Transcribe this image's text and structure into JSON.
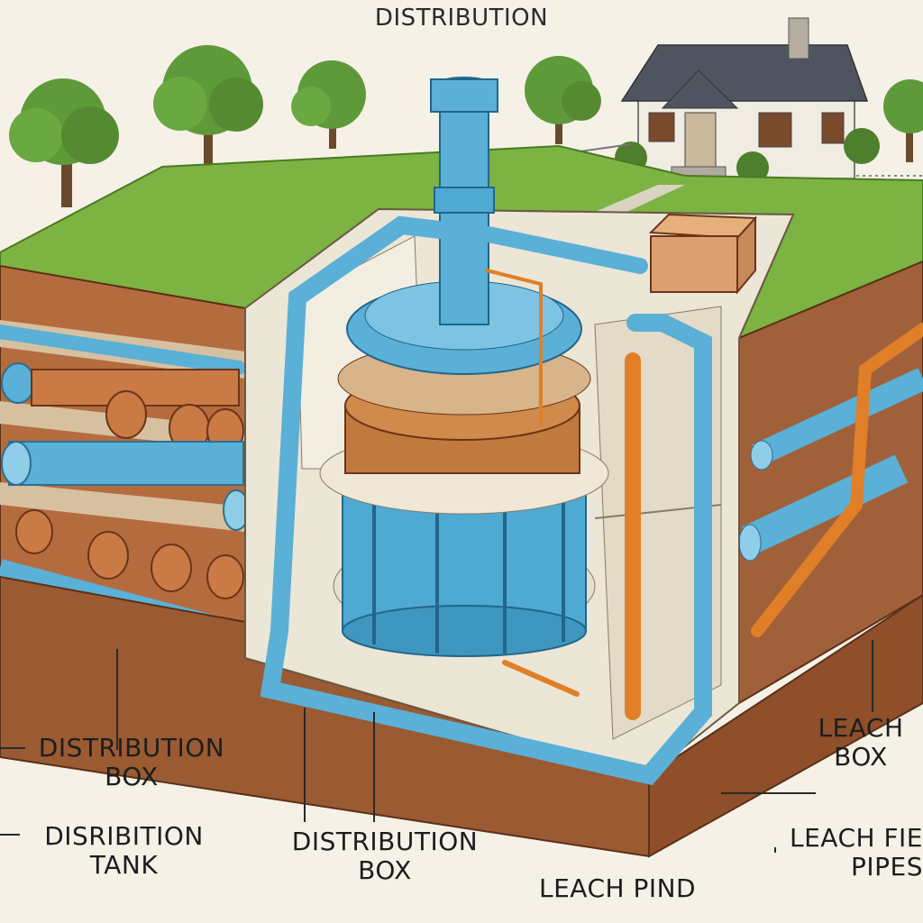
{
  "diagram": {
    "title": "DISTRIBUTION",
    "labels": {
      "distribution_box_left": [
        "DISTRIBUTION",
        "BOX"
      ],
      "distribution_tank": [
        "DISRIBITION",
        "TANK"
      ],
      "distribution_box_center": [
        "DISTRIBUTION",
        "BOX"
      ],
      "leach_pind": "LEACH PIND",
      "leach_box": [
        "LEACH",
        "BOX"
      ],
      "leach_field_pipes": [
        "LEACH FIE",
        "PIPES"
      ]
    },
    "colors": {
      "grass": "#7cb342",
      "soil": "#a0613a",
      "pipe_blue": "#5ab0d6",
      "pipe_copper": "#d9822b",
      "tank_blue": "#4ea9d3",
      "gravel": "#c07a3f"
    }
  }
}
